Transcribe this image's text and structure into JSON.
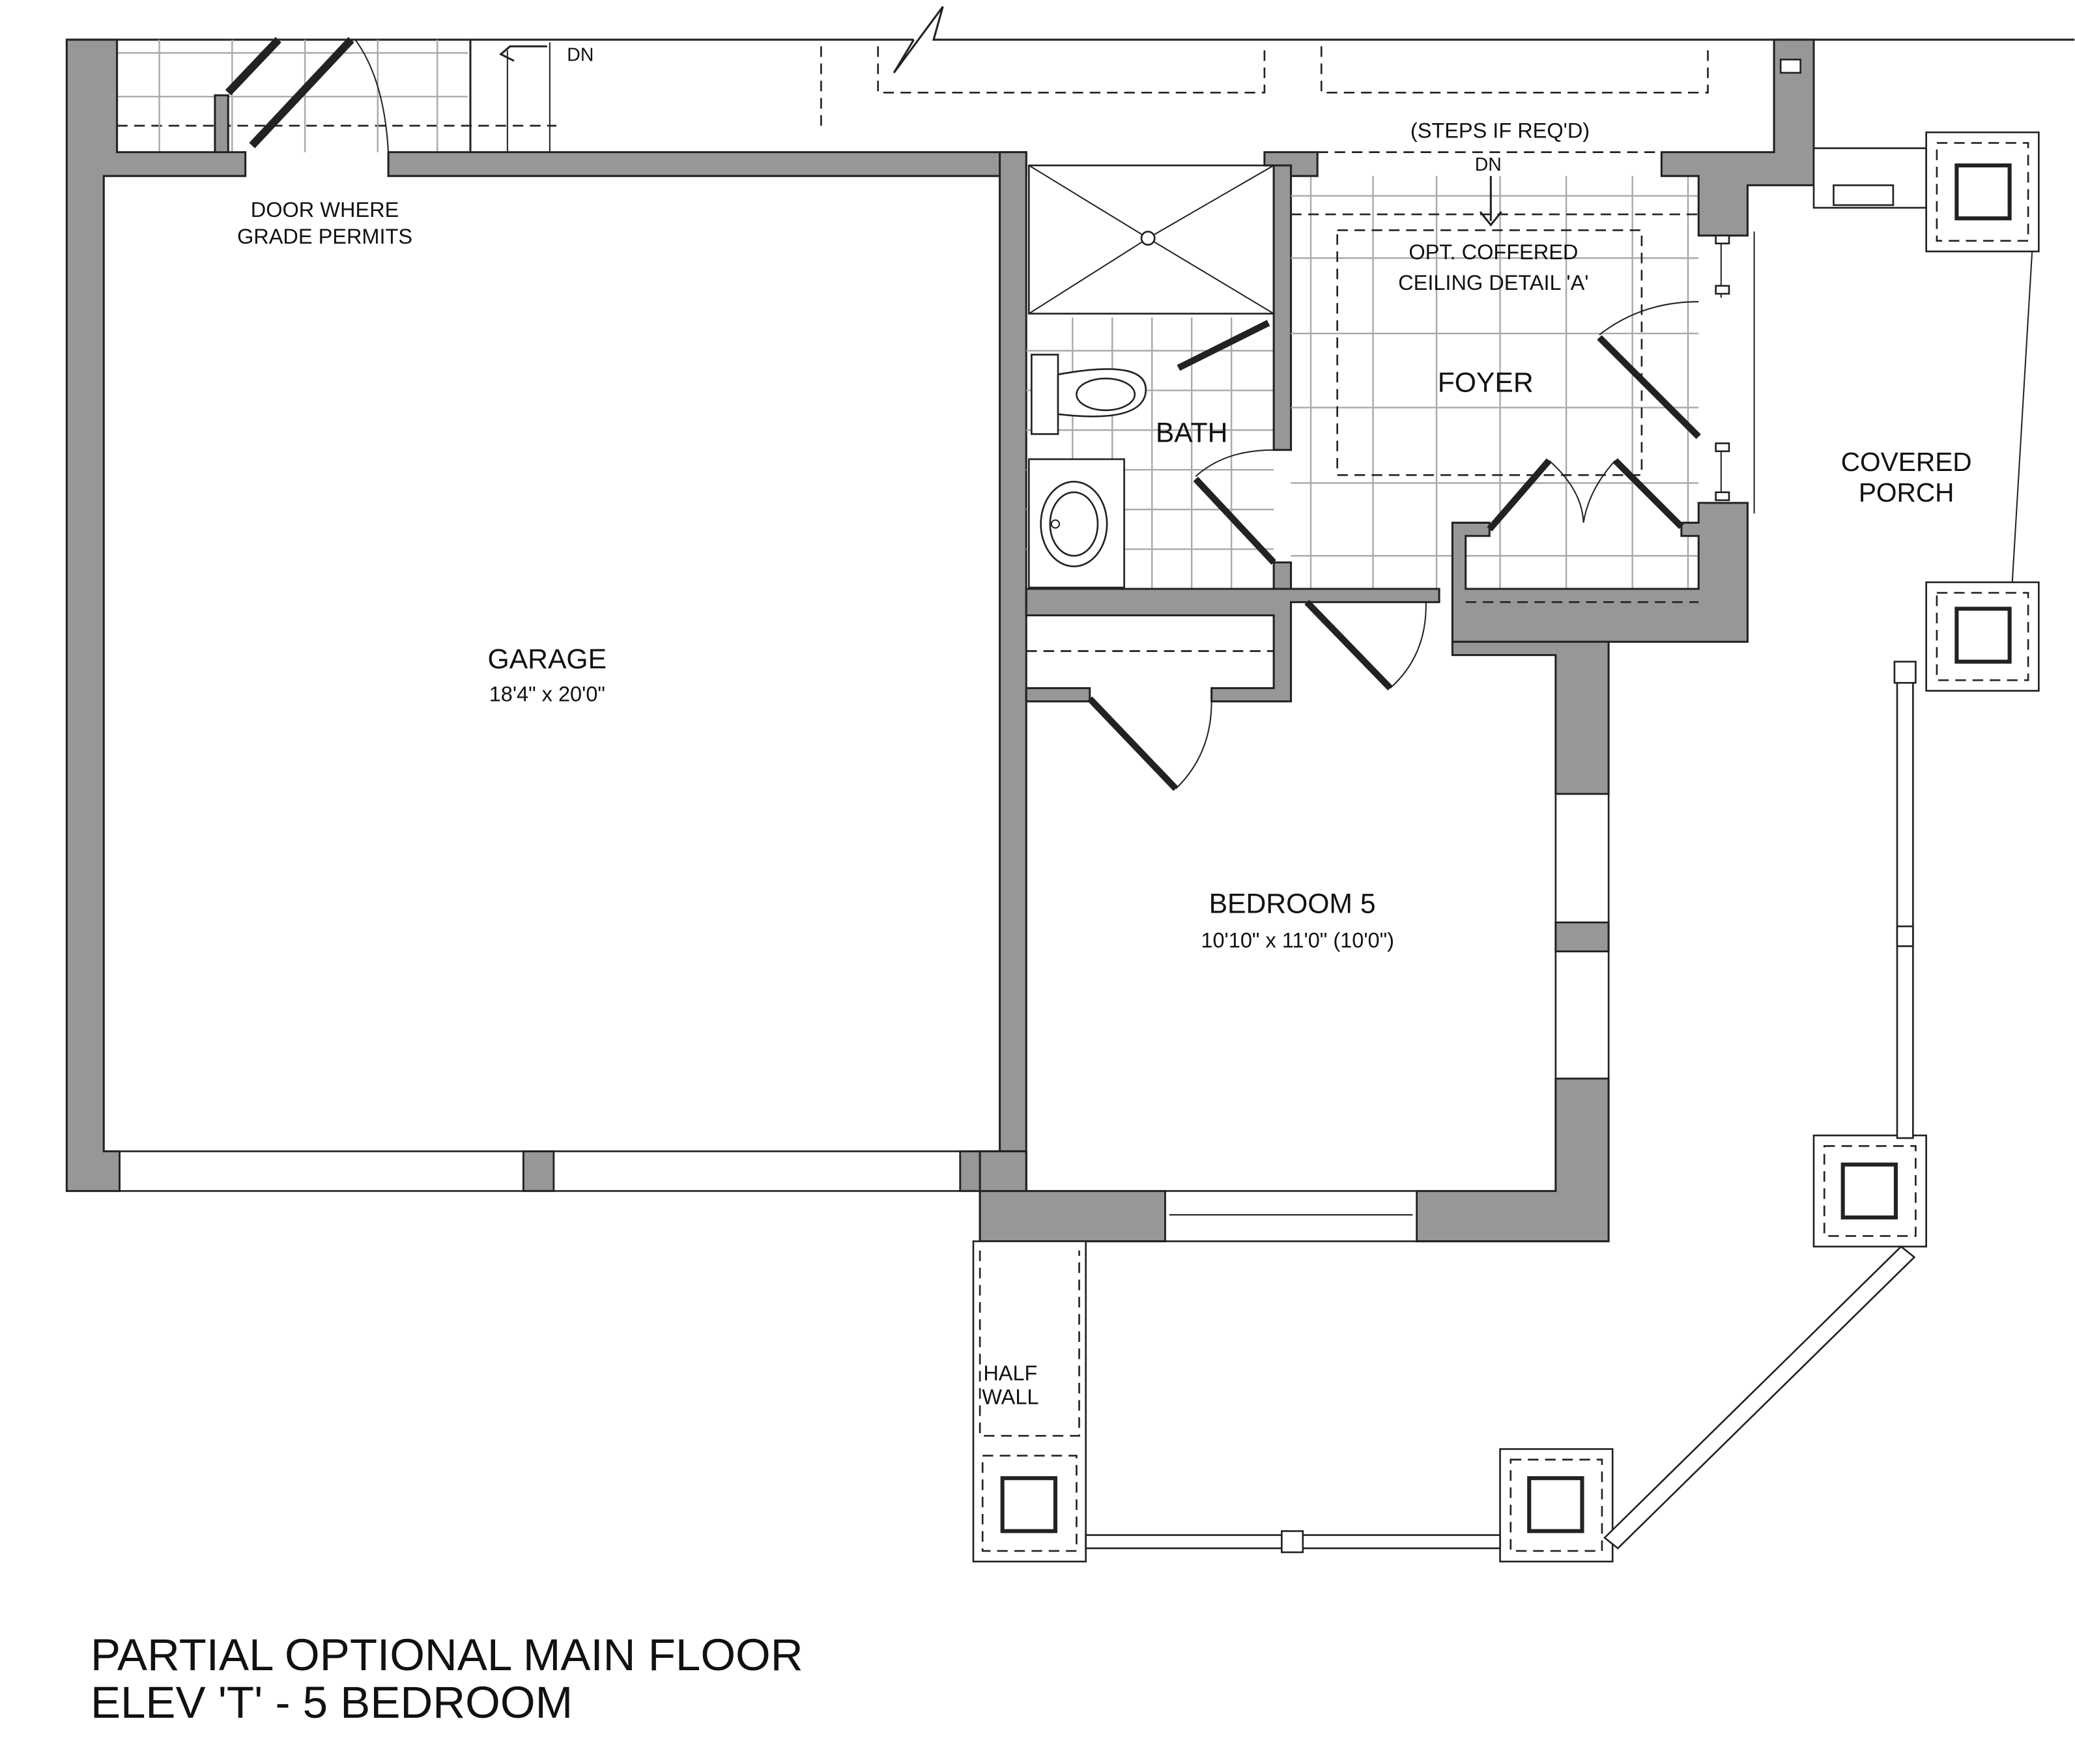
{
  "plan": {
    "title_line1": "PARTIAL OPTIONAL MAIN FLOOR",
    "title_line2": "ELEV 'T' - 5 BEDROOM"
  },
  "rooms": {
    "garage": {
      "name": "GARAGE",
      "dims": "18'4\" x 20'0\""
    },
    "bedroom5": {
      "name": "BEDROOM 5",
      "dims": "10'10\" x 11'0\" (10'0\")"
    },
    "bath": {
      "name": "BATH"
    },
    "foyer": {
      "name": "FOYER"
    },
    "porch": {
      "line1": "COVERED",
      "line2": "PORCH"
    }
  },
  "notes": {
    "door_line1": "DOOR WHERE",
    "door_line2": "GRADE PERMITS",
    "dn_top": "DN",
    "steps": "(STEPS IF REQ'D)",
    "dn_foyer": "DN",
    "coffered_line1": "OPT. COFFERED",
    "coffered_line2": "CEILING DETAIL 'A'",
    "half_wall_line1": "HALF",
    "half_wall_line2": "WALL"
  },
  "colors": {
    "wall": "#979797",
    "tile": "#aaaaaa"
  }
}
